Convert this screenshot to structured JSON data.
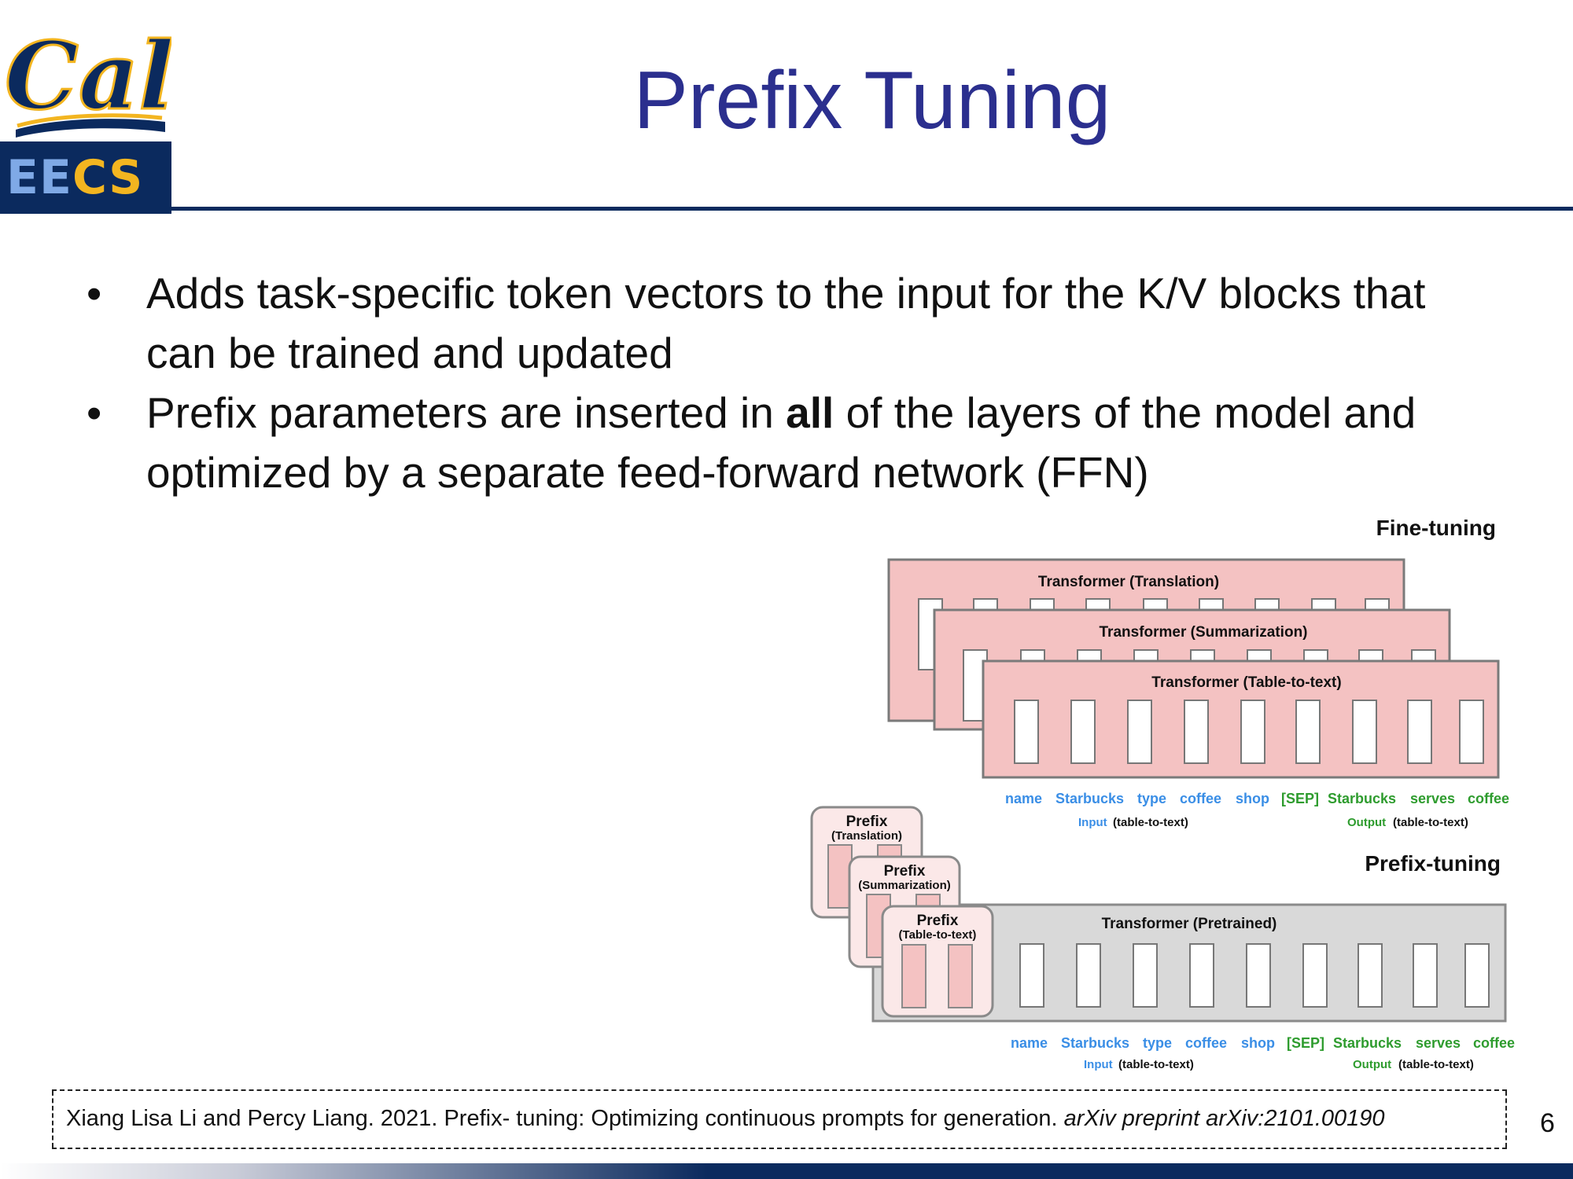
{
  "logo": {
    "top_text": "Cal",
    "bottom_text_a": "EE",
    "bottom_text_b": "CS",
    "colors": {
      "gold": "#f3b520",
      "navy": "#0b2a5e",
      "light_blue": "#7fa9e6"
    }
  },
  "title": "Prefix Tuning",
  "bullets": [
    {
      "text": "Adds task-specific token vectors to the input for the K/V blocks that can be trained and updated"
    },
    {
      "before": "Prefix parameters are inserted in ",
      "bold": "all",
      "after": " of the layers of the model and optimized by a separate feed-forward network (FFN)"
    }
  ],
  "figure": {
    "finetune_heading": "Fine-tuning",
    "finetune_transformers": [
      "Transformer (Translation)",
      "Transformer (Summarization)",
      "Transformer (Table-to-text)"
    ],
    "prefix_heading": "Prefix-tuning",
    "pretrained_label": "Transformer  (Pretrained)",
    "prefix_word": "Prefix",
    "prefix_tasks": [
      "(Translation)",
      "(Summarization)",
      "(Table-to-text)"
    ],
    "input_tokens": [
      "name",
      "Starbucks",
      "type",
      "coffee",
      "shop"
    ],
    "output_tokens": [
      "[SEP]",
      "Starbucks",
      "serves",
      "coffee"
    ],
    "input_label": "Input",
    "output_label": "Output",
    "sub_label": "(table-to-text)",
    "colors": {
      "pink": "#f4c2c2",
      "light_pink": "#fbe8e8",
      "gray": "#d9d9d9",
      "input_blue": "#3a8ee6",
      "output_green": "#2e9c2e"
    }
  },
  "citation": {
    "plain": "Xiang Lisa Li and Percy Liang. 2021. Prefix- tuning: Optimizing continuous prompts for generation. ",
    "italic": "arXiv preprint arXiv:2101.00190"
  },
  "page_number": "6"
}
